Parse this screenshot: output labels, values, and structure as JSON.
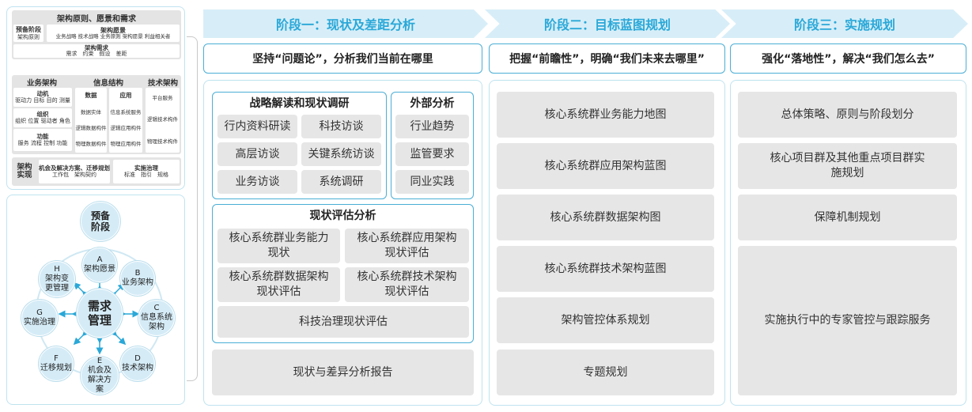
{
  "framework": {
    "title": "架构原则、愿景和需求",
    "prep_title": "预备阶段",
    "prep_sub": "架构原则",
    "vision_title": "架构愿景",
    "vision_sub": "业务战略 技术战略 业务原则 架构愿景 利益相关者",
    "req_title": "架构需求",
    "req_sub": "需求　约束　假设　差距",
    "biz_title": "业务架构",
    "motive_title": "动机",
    "motive_sub": "驱动力 目标 目的 测量",
    "org_title": "组织",
    "org_sub": "组织 位置 驱动者 角色",
    "func_title": "功能",
    "func_sub": "服务 流程 控制 功能",
    "info_title": "信息结构",
    "data_title": "数据",
    "data_sub1": "数据实体",
    "data_sub2": "逻辑数据构件",
    "data_sub3": "物理数据构件",
    "app_title": "应用",
    "app_sub1": "信息系统服务",
    "app_sub2": "逻辑应用构件",
    "app_sub3": "物理应用构件",
    "tech_title": "技术架构",
    "tech_sub1": "平台服务",
    "tech_sub2": "逻辑技术构件",
    "tech_sub3": "物理技术构件",
    "impl_title": "架构实现",
    "opp_title": "机会及解决方案、迁移规划",
    "opp_sub": "工作包　架构契约",
    "gov_title": "实施治理",
    "gov_sub": "标准　指引　规格"
  },
  "cycle": {
    "center": "需求管理",
    "prep": "预备阶段",
    "A_letter": "A",
    "A_label": "架构愿景",
    "B_letter": "B",
    "B_label": "业务架构",
    "C_letter": "C",
    "C_label": "信息系统架构",
    "D_letter": "D",
    "D_label": "技术架构",
    "E_letter": "E",
    "E_label": "机会及解决方案",
    "F_letter": "F",
    "F_label": "迁移规划",
    "G_letter": "G",
    "G_label": "实施治理",
    "H_letter": "H",
    "H_label": "架构变更管理"
  },
  "stages": [
    {
      "title": "阶段一：现状及差距分析",
      "slogan": "坚持“问题论”，分析我们当前在哪里"
    },
    {
      "title": "阶段二：目标蓝图规划",
      "slogan": "把握“前瞻性”，明确“我们未来去哪里”"
    },
    {
      "title": "阶段三：实施规划",
      "slogan": "强化“落地性”，解决“我们怎么去”"
    }
  ],
  "stage1": {
    "strategy_title": "战略解读和现状调研",
    "strategy_items": [
      "行内资料研读",
      "科技访谈",
      "高层访谈",
      "关键系统访谈",
      "业务访谈",
      "系统调研"
    ],
    "external_title": "外部分析",
    "external_items": [
      "行业趋势",
      "监管要求",
      "同业实践"
    ],
    "assess_title": "现状评估分析",
    "assess_items": [
      "核心系统群业务能力现状",
      "核心系统群应用架构现状评估",
      "核心系统群数据架构现状评估",
      "核心系统群技术架构现状评估"
    ],
    "assess_wide": "科技治理现状评估",
    "report": "现状与差异分析报告"
  },
  "stage2": {
    "items": [
      "核心系统群业务能力地图",
      "核心系统群应用架构蓝图",
      "核心系统群数据架构图",
      "核心系统群技术架构蓝图",
      "架构管控体系规划",
      "专题规划"
    ]
  },
  "stage3": {
    "items": [
      "总体策略、原则与阶段划分",
      "核心项目群及其他重点项目群实施规划",
      "保障机制规划",
      "实施执行中的专家管控与跟踪服务"
    ]
  }
}
